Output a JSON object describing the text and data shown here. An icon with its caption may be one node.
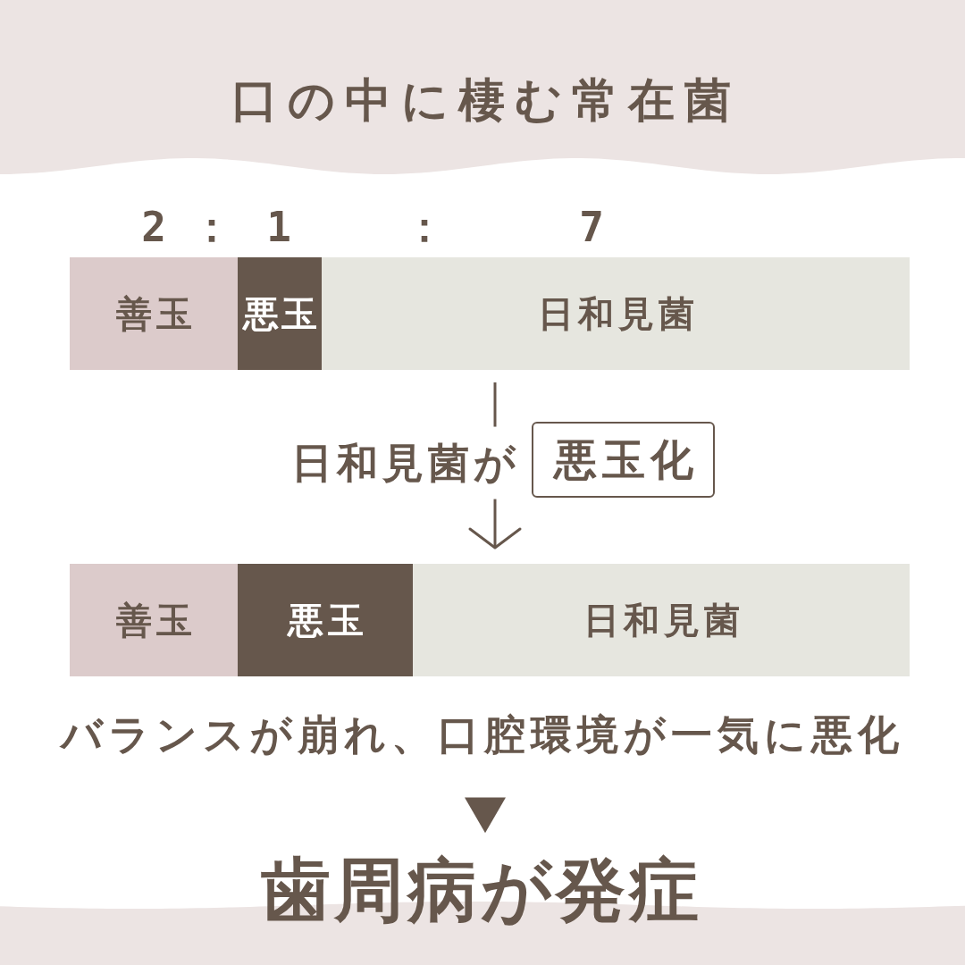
{
  "diagram": {
    "title": "口の中に棲む常在菌",
    "nodes": [
      {
        "text": [
          "善玉"
        ]
      },
      {
        "text": [
          "悪玉"
        ]
      },
      {
        "text": [
          "日和見菌"
        ]
      },
      {
        "text": [
          "悪玉化"
        ]
      },
      {
        "text": [
          "善玉"
        ]
      },
      {
        "text": [
          "悪玉"
        ]
      },
      {
        "text": [
          "日和見菌"
        ]
      },
      {
        "text": [
          "バランスが崩れ、口腔環境が一気に悪化"
        ]
      },
      {
        "text": [
          "歯周病が発症"
        ]
      }
    ],
    "edges": [
      {
        "from": 2,
        "to": 6,
        "arrow": "to",
        "label": "日和見菌が"
      },
      {
        "from": 7,
        "to": 8,
        "arrow": "to"
      }
    ],
    "labels": [
      "2",
      "：",
      "1",
      "：",
      "7"
    ]
  }
}
